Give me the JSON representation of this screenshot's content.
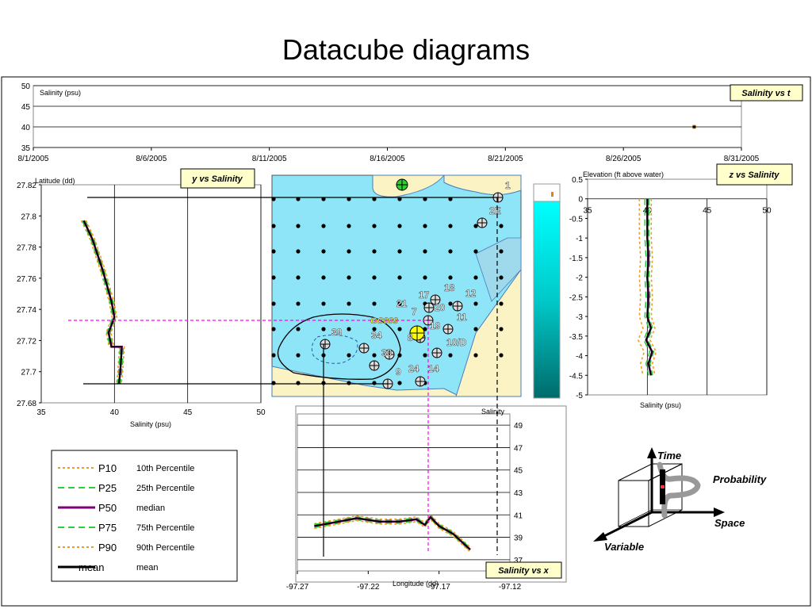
{
  "slide": {
    "title": "Datacube diagrams"
  },
  "chart_data": [
    {
      "type": "line",
      "id": "salinity-vs-t",
      "title_box": "Salinity vs t",
      "ylabel": "Salinity  (psu)",
      "ylim": [
        35,
        50
      ],
      "yticks": [
        "50",
        "45",
        "40",
        "35"
      ],
      "xticks": [
        "8/1/2005",
        "8/6/2005",
        "8/11/2005",
        "8/16/2005",
        "8/21/2005",
        "8/26/2005",
        "8/31/2005"
      ],
      "grid": "horizontal",
      "series": [
        {
          "date": "8/29/2005",
          "values": [
            39.5,
            40.0,
            40.5
          ]
        }
      ]
    },
    {
      "type": "line",
      "id": "y-vs-salinity",
      "title_box": "y vs Salinity",
      "ylabel": "Latitude (dd)",
      "xlabel": "Salinity  (psu)",
      "xlim": [
        35,
        50
      ],
      "ylim": [
        27.68,
        27.82
      ],
      "xticks": [
        "35",
        "40",
        "45",
        "50"
      ],
      "yticks": [
        "27.82",
        "27.8",
        "27.78",
        "27.76",
        "27.74",
        "27.72",
        "27.7",
        "27.68"
      ],
      "grid": "vertical",
      "series": [
        {
          "name": "mean",
          "points": [
            [
              37.9,
              27.797
            ],
            [
              38.5,
              27.785
            ],
            [
              39.2,
              27.765
            ],
            [
              39.8,
              27.745
            ],
            [
              40.0,
              27.735
            ],
            [
              39.6,
              27.725
            ],
            [
              39.8,
              27.716
            ],
            [
              40.5,
              27.716
            ],
            [
              40.4,
              27.7
            ],
            [
              40.3,
              27.692
            ]
          ]
        }
      ]
    },
    {
      "type": "line",
      "id": "z-vs-salinity",
      "title_box": "z vs Salinity",
      "ylabel": "Elevation (ft above water)",
      "xlabel": "Salinity  (psu)",
      "xlim": [
        35,
        50
      ],
      "ylim": [
        -5,
        0.5
      ],
      "xticks": [
        "35",
        "40",
        "45",
        "50"
      ],
      "yticks": [
        "0.5",
        "0",
        "-0.5",
        "-1",
        "-1.5",
        "-2",
        "-2.5",
        "-3",
        "-3.5",
        "-4",
        "-4.5",
        "-5"
      ],
      "grid": "vertical",
      "series": [
        {
          "name": "mean",
          "points": [
            [
              40.0,
              0.0
            ],
            [
              40.0,
              -0.5
            ],
            [
              40.0,
              -1.0
            ],
            [
              40.1,
              -1.5
            ],
            [
              40.0,
              -2.0
            ],
            [
              40.1,
              -2.5
            ],
            [
              40.0,
              -3.0
            ],
            [
              40.3,
              -3.3
            ],
            [
              39.9,
              -3.6
            ],
            [
              40.4,
              -3.9
            ],
            [
              40.1,
              -4.2
            ],
            [
              40.3,
              -4.5
            ]
          ]
        }
      ]
    },
    {
      "type": "line",
      "id": "salinity-vs-x",
      "title_box": "Salinity vs x",
      "ylabel": "Salinity",
      "xlabel": "Longitude (dd)",
      "xlim": [
        -97.27,
        -97.12
      ],
      "ylim": [
        36,
        50
      ],
      "xticks": [
        "-97.27",
        "-97.22",
        "-97.17",
        "-97.12"
      ],
      "yticks": [
        "49",
        "47",
        "45",
        "43",
        "41",
        "39",
        "37"
      ],
      "grid": "horizontal",
      "series": [
        {
          "name": "mean",
          "points": [
            [
              -97.258,
              40.0
            ],
            [
              -97.245,
              40.3
            ],
            [
              -97.228,
              40.7
            ],
            [
              -97.212,
              40.4
            ],
            [
              -97.198,
              40.4
            ],
            [
              -97.186,
              40.6
            ],
            [
              -97.18,
              40.1
            ],
            [
              -97.176,
              40.8
            ],
            [
              -97.17,
              40.0
            ],
            [
              -97.16,
              39.3
            ],
            [
              -97.148,
              37.9
            ]
          ]
        }
      ]
    }
  ],
  "map": {
    "labels": [
      "1",
      "2E",
      "17",
      "18",
      "12",
      "21",
      "20",
      "11",
      "7",
      "GC009",
      "19",
      "39",
      "8",
      "10/D",
      "34",
      "30",
      "24",
      "14",
      "9"
    ]
  },
  "legend": {
    "items": [
      {
        "code": "P10",
        "label": "10th Percentile",
        "color": "#f39c12",
        "dash": "3,3"
      },
      {
        "code": "P25",
        "label": "25th Percentile",
        "color": "#2ecc40",
        "dash": "8,5"
      },
      {
        "code": "P50",
        "label": "median",
        "color": "#800080",
        "dash": ""
      },
      {
        "code": "P75",
        "label": "75th Percentile",
        "color": "#2ecc40",
        "dash": "8,5"
      },
      {
        "code": "P90",
        "label": "90th Percentile",
        "color": "#f39c12",
        "dash": "3,3"
      },
      {
        "code": "mean",
        "label": "mean",
        "color": "#000000",
        "dash": ""
      }
    ]
  },
  "cube": {
    "time_label": "Time",
    "probability_label": "Probability",
    "space_label": "Space",
    "variable_label": "Variable"
  },
  "colors": {
    "mean": "#000000",
    "median": "#800080",
    "p25": "#2ecc40",
    "p10": "#f39c12",
    "guide": "#ff00ff",
    "map_water": "#8ee5f7",
    "title_box": "#ffffcc"
  }
}
